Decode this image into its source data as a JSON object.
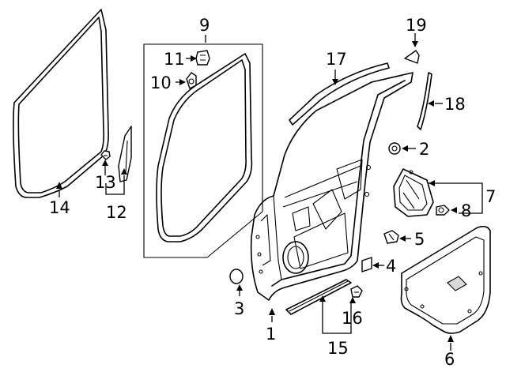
{
  "callouts": {
    "c1": "1",
    "c2": "2",
    "c3": "3",
    "c4": "4",
    "c5": "5",
    "c6": "6",
    "c7": "7",
    "c8": "8",
    "c9": "9",
    "c10": "10",
    "c11": "11",
    "c12": "12",
    "c13": "13",
    "c14": "14",
    "c15": "15",
    "c16": "16",
    "c17": "17",
    "c18": "18",
    "c19": "19"
  },
  "colors": {
    "line": "#000000",
    "background": "#ffffff",
    "shade": "#d9d9d9"
  }
}
